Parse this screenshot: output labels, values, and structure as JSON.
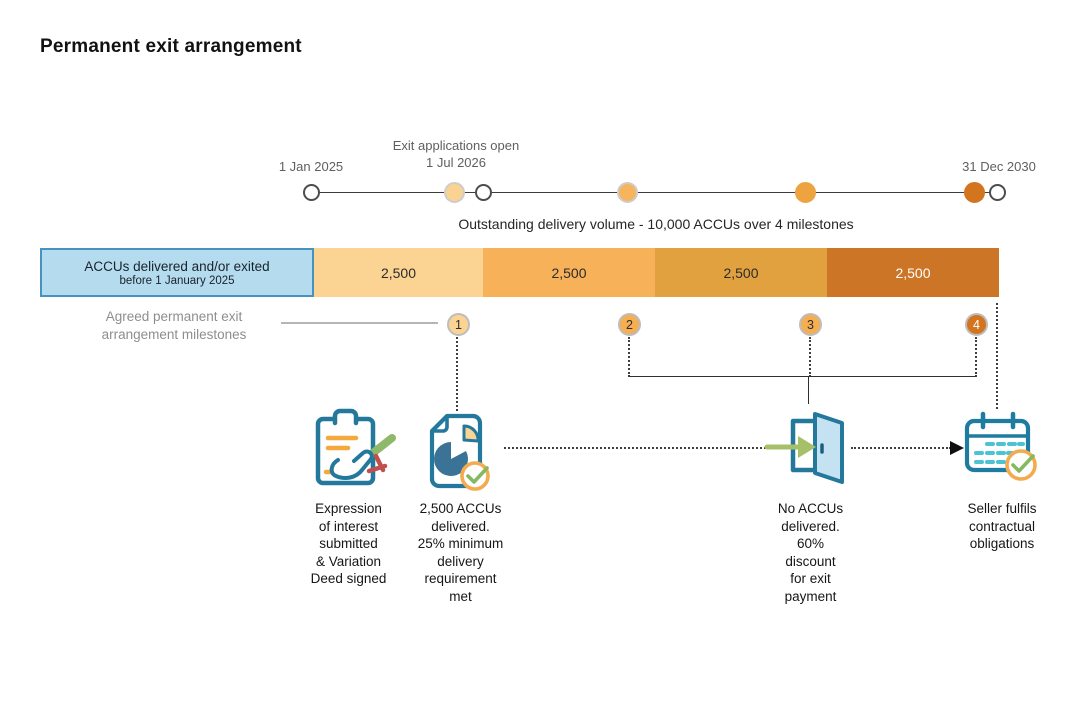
{
  "title": "Permanent exit arrangement",
  "timeline": {
    "start_label": "1 Jan 2025",
    "open_label_line1": "Exit applications open",
    "open_label_line2": "1 Jul 2026",
    "end_label": "31 Dec 2030",
    "subtitle": "Outstanding delivery volume - 10,000 ACCUs over 4 milestones"
  },
  "bar": {
    "delivered_box": {
      "line1": "ACCUs delivered and/or exited",
      "line2": "before 1 January 2025"
    },
    "segments": [
      {
        "value": "2,500"
      },
      {
        "value": "2,500"
      },
      {
        "value": "2,500"
      },
      {
        "value": "2,500"
      }
    ]
  },
  "milestones": {
    "label": "Agreed permanent exit\narrangement milestones",
    "items": [
      {
        "number": "1"
      },
      {
        "number": "2"
      },
      {
        "number": "3"
      },
      {
        "number": "4"
      }
    ]
  },
  "steps": [
    {
      "icon": "clipboard-sign-icon",
      "caption": "Expression\nof interest\nsubmitted\n& Variation\nDeed signed"
    },
    {
      "icon": "document-pie-check-icon",
      "caption": "2,500 ACCUs\ndelivered.\n25% minimum\ndelivery\nrequirement\nmet"
    },
    {
      "icon": "exit-door-icon",
      "caption": "No ACCUs\ndelivered.\n60%\ndiscount\nfor exit\npayment"
    },
    {
      "icon": "calendar-check-icon",
      "caption": "Seller fulfils\ncontractual\nobligations"
    }
  ],
  "colors": {
    "delivered_box_fill": "#b4dbee",
    "delivered_box_border": "#4792c1",
    "segment_fills": [
      "#fbd494",
      "#f7b159",
      "#e2a13f",
      "#cd7526"
    ],
    "milestone_fills": [
      "#fbd494",
      "#f5ae51",
      "#f5ae51",
      "#d3751f"
    ],
    "icon_outline_teal": "#24789c",
    "calendar_dash_teal": "#4cc3d2",
    "check_green": "#85b85f",
    "check_ring_orange": "#f3ab4e",
    "pen_green": "#8fb96a",
    "stamp_red": "#c0504d",
    "door_leaf_blue": "#c4e2f2"
  }
}
